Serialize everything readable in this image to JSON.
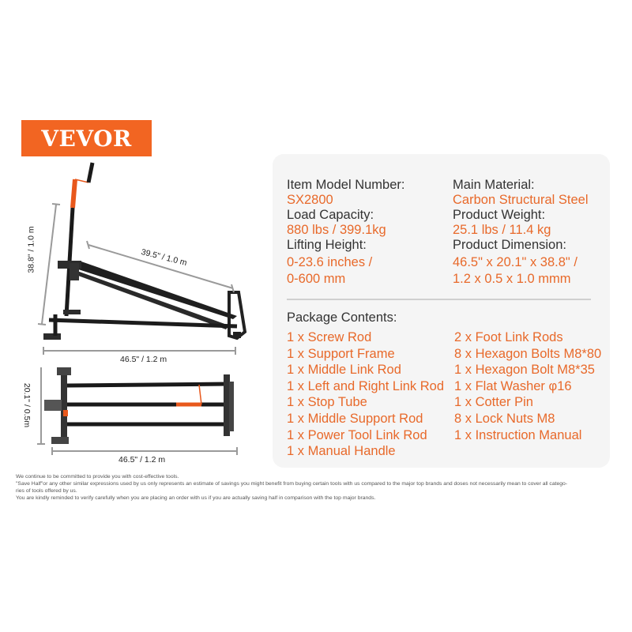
{
  "brand": {
    "logo_text": "VEVOR",
    "accent_color": "#f26522"
  },
  "diagram": {
    "side_view": {
      "height_label": "38.8\" / 1.0 m",
      "ramp_length_label": "39.5\" / 1.0 m",
      "length_label": "46.5\" / 1.2 m"
    },
    "top_view": {
      "width_label": "20.1\" / 0.5m",
      "length_label": "46.5\" / 1.2 m"
    }
  },
  "specs": {
    "left": [
      {
        "label": "Item Model Number:",
        "value": [
          "SX2800"
        ]
      },
      {
        "label": "Load Capacity:",
        "value": [
          "880 lbs / 399.1kg"
        ]
      },
      {
        "label": "Lifting Height:",
        "value": [
          "0-23.6 inches /",
          "0-600 mm"
        ]
      }
    ],
    "right": [
      {
        "label": "Main Material:",
        "value": [
          "Carbon Structural Steel"
        ]
      },
      {
        "label": "Product Weight:",
        "value": [
          "25.1 lbs / 11.4 kg"
        ]
      },
      {
        "label": "Product Dimension:",
        "value": [
          "46.5\" x 20.1\" x 38.8\" /",
          "1.2 x 0.5 x 1.0 mmm"
        ]
      }
    ]
  },
  "package": {
    "title": "Package Contents:",
    "left": [
      "1 x Screw Rod",
      "1 x Support Frame",
      "1 x Middle Link Rod",
      "1 x Left and Right Link Rod",
      "1 x Stop Tube",
      "1 x Middle Support Rod",
      "1 x Power Tool Link Rod",
      "1 x Manual Handle"
    ],
    "right": [
      "2 x Foot Link Rods",
      "8 x Hexagon Bolts M8*80",
      "1 x Hexagon Bolt M8*35",
      "1 x Flat Washer φ16",
      "1 x Cotter Pin",
      "8 x Lock Nuts M8",
      "1 x Instruction Manual"
    ]
  },
  "disclaimer": [
    "We continue to be committed to provide you with cost-effective tools.",
    "\"Save Half\"or any other similar expressions used by us only represents an estimate of savings you might benefit from buying certain tools with us compared to the major top brands and doses not necessarily mean to cover all catego-",
    "ries of tools offered by us.",
    "You are kindly reminded to verify carefully when you are placing an order with us if you are actually saving half in comparison with the top major brands."
  ]
}
